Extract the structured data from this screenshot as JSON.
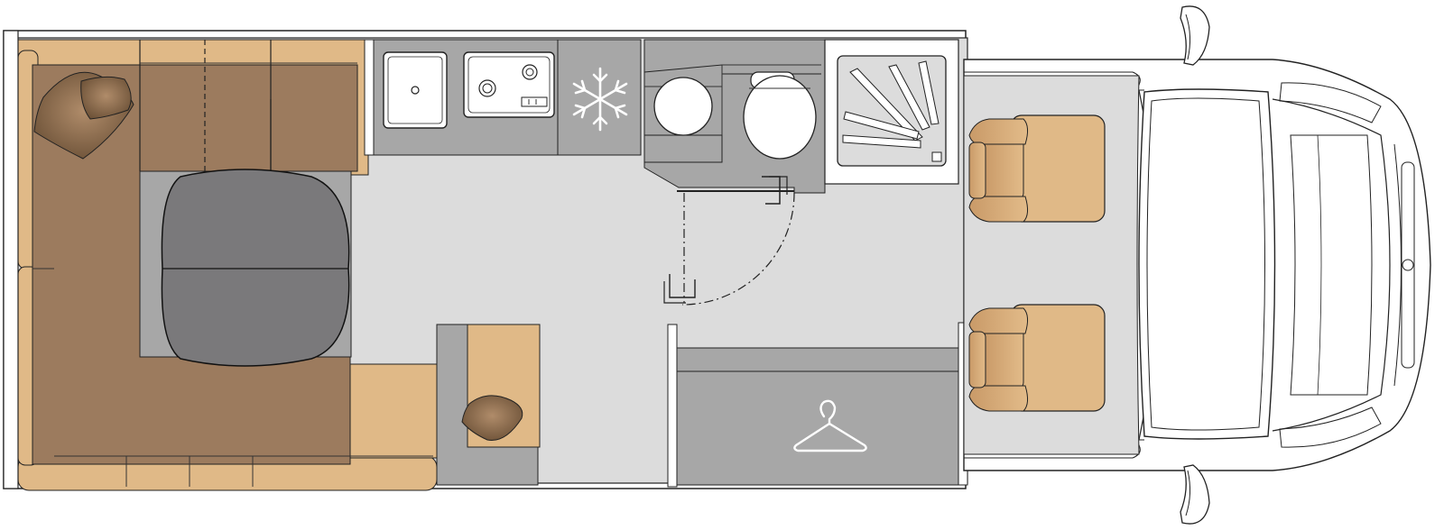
{
  "plan": {
    "zones": [
      {
        "name": "lounge-seating",
        "kind": "sofa"
      },
      {
        "name": "dining-table",
        "kind": "table"
      },
      {
        "name": "kitchen-sink",
        "kind": "sink"
      },
      {
        "name": "cooktop",
        "kind": "hob"
      },
      {
        "name": "fridge",
        "kind": "refrigerator"
      },
      {
        "name": "washroom",
        "kind": "toilet-and-basin"
      },
      {
        "name": "shower",
        "kind": "shower"
      },
      {
        "name": "side-bench",
        "kind": "seat"
      },
      {
        "name": "wardrobe",
        "kind": "wardrobe"
      },
      {
        "name": "cab-seats",
        "kind": "captain-chairs"
      },
      {
        "name": "driver-cab",
        "kind": "cab"
      }
    ],
    "icons": {
      "fridge": "snowflake-icon",
      "wardrobe": "clothes-hanger-icon",
      "cushion": "pillow-icon"
    }
  },
  "colors": {
    "floor": "#dcdcdc",
    "sofa": "#9c7b5e",
    "sofa_light": "#e0b987",
    "cabinet": "#a7a7a7",
    "table": "#7a797b",
    "wall": "#ffffff",
    "outline": "#222222"
  }
}
